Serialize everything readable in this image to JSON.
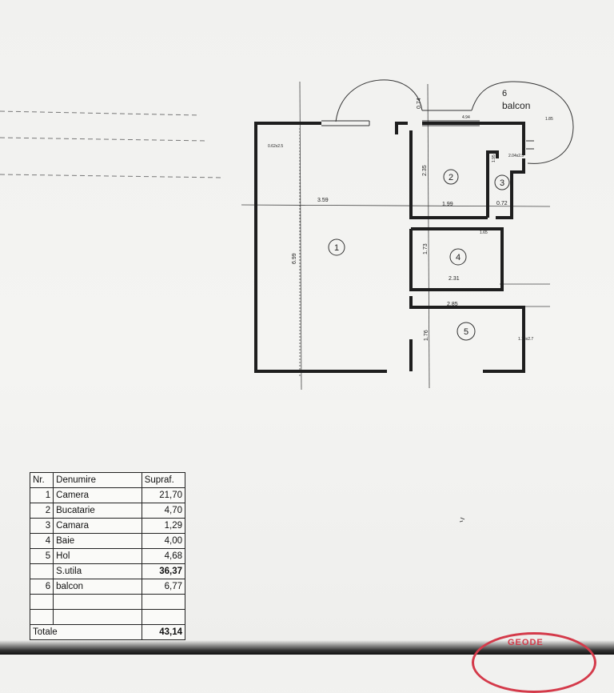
{
  "plan": {
    "dimensions": [
      "3.59",
      "6.99",
      "1.99",
      "0.72",
      "2.35",
      "1.73",
      "2.31",
      "2.85",
      "1.76",
      "0.74",
      "4.94",
      "2.04x2.5",
      "0.62x2.5",
      "1.14x2.7",
      "1.95",
      "1.65"
    ],
    "rooms": [
      "1",
      "2",
      "3",
      "4",
      "5",
      "6"
    ],
    "balcony_label": "balcon",
    "balcony_dim": "1.85"
  },
  "table": {
    "headers": {
      "nr": "Nr.",
      "name": "Denumire",
      "area": "Supraf."
    },
    "rows": [
      {
        "nr": "1",
        "name": "Camera",
        "area": "21,70"
      },
      {
        "nr": "2",
        "name": "Bucatarie",
        "area": "4,70"
      },
      {
        "nr": "3",
        "name": "Camara",
        "area": "1,29"
      },
      {
        "nr": "4",
        "name": "Baie",
        "area": "4,00"
      },
      {
        "nr": "5",
        "name": "Hol",
        "area": "4,68"
      }
    ],
    "subtotal": {
      "label": "S.utila",
      "area": "36,37"
    },
    "extra": {
      "nr": "6",
      "name": "balcon",
      "area": "6,77"
    },
    "total": {
      "label": "Totale",
      "area": "43,14"
    }
  },
  "stamp": {
    "text": "GEODE"
  },
  "colors": {
    "wall": "#1e1e1e",
    "line": "#555555",
    "stamp": "#d43a4a",
    "paper": "#f2f2f0"
  }
}
